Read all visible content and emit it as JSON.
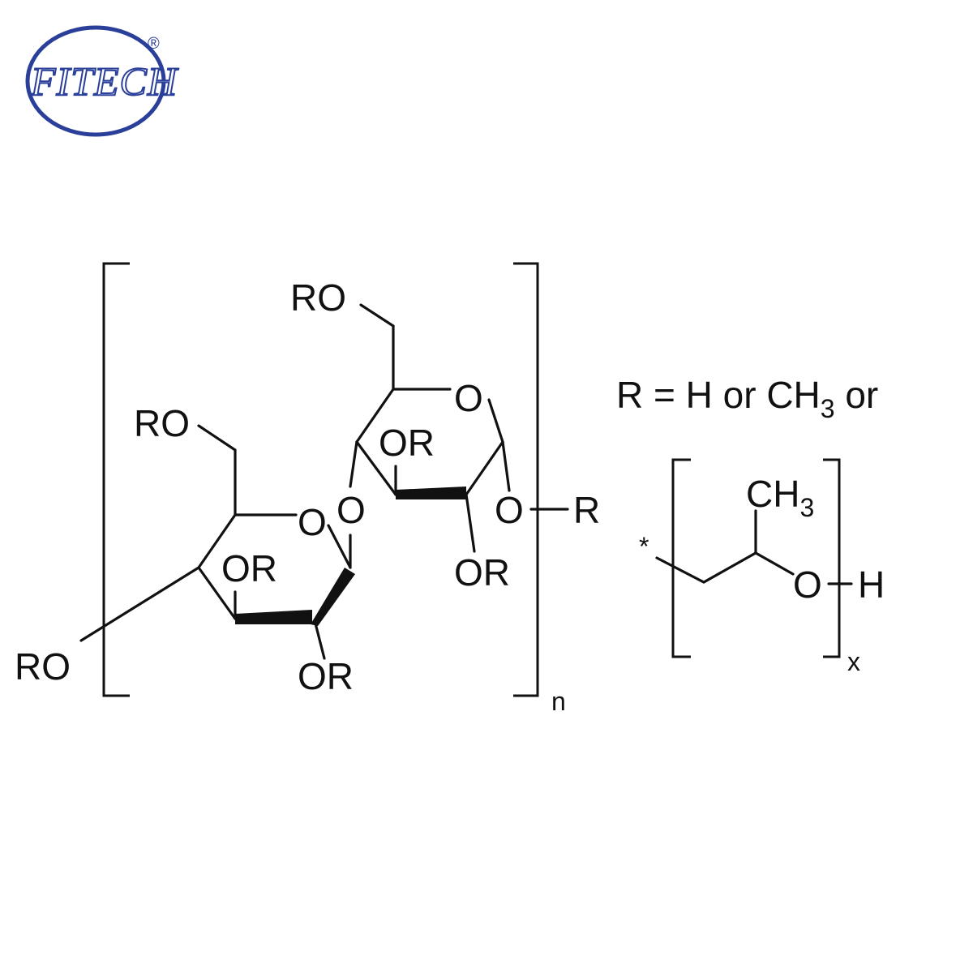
{
  "logo": {
    "brand": "FITECH",
    "registered_mark": "®",
    "color": "#2a3f9a"
  },
  "structure": {
    "labels": {
      "ro_top": "RO",
      "o_ring_right": "O",
      "ro_upper_left": "RO",
      "or_right_ring_top": "OR",
      "o_bridge": "O",
      "o_ring_left": "O",
      "o_glycoside": "O",
      "r_glycoside": "R",
      "or_left_ring": "OR",
      "or_right_ring_bottom": "OR",
      "ro_far_left": "RO",
      "or_left_ring_bottom": "OR",
      "repeat_n": "n"
    },
    "definition": {
      "prefix": "R = H or CH",
      "subscript": "3",
      "suffix": " or"
    },
    "side_chain": {
      "ch3": "CH",
      "ch3_subscript": "3",
      "star": "*",
      "o": "O",
      "h": "H",
      "repeat_x": "x"
    }
  },
  "colors": {
    "ink": "#111111",
    "logo_blue": "#2a3f9a"
  }
}
